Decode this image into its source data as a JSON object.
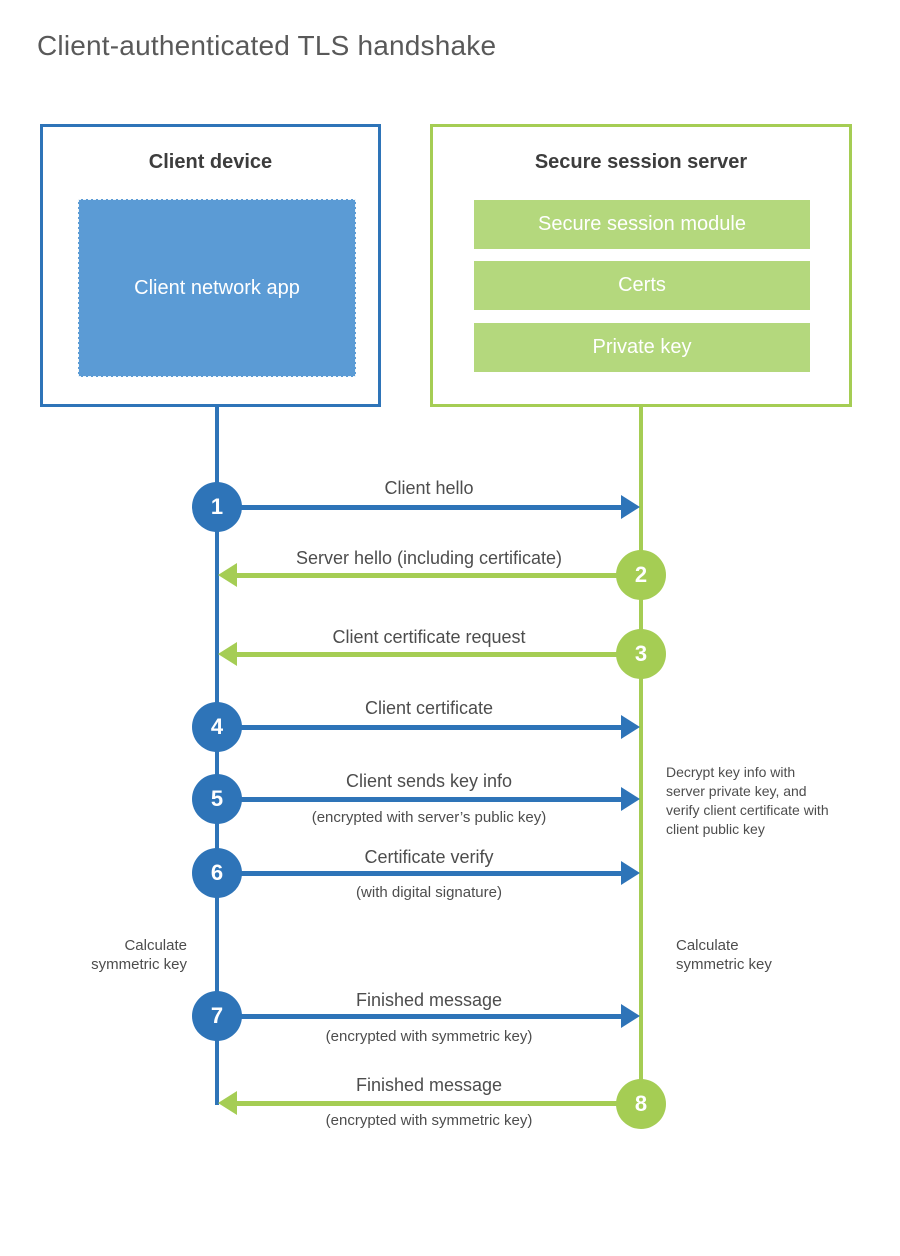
{
  "title": "Client-authenticated TLS handshake",
  "colors": {
    "blue": "#2e74b8",
    "blue_fill": "#5b9bd5",
    "green": "#a5cd54",
    "green_fill": "#b4d87d",
    "title_text": "#595959",
    "heading_text": "#3d3d3d",
    "label_text": "#4d4d4d"
  },
  "client_box": {
    "heading": "Client device",
    "module": "Client network app"
  },
  "server_box": {
    "heading": "Secure session server",
    "modules": [
      "Secure session module",
      "Certs",
      "Private key"
    ]
  },
  "steps": [
    {
      "num": "1",
      "label": "Client hello",
      "sub": "",
      "direction": "client-to-server",
      "color": "blue"
    },
    {
      "num": "2",
      "label": "Server hello (including certificate)",
      "sub": "",
      "direction": "server-to-client",
      "color": "green"
    },
    {
      "num": "3",
      "label": "Client certificate request",
      "sub": "",
      "direction": "server-to-client",
      "color": "green"
    },
    {
      "num": "4",
      "label": "Client certificate",
      "sub": "",
      "direction": "client-to-server",
      "color": "blue"
    },
    {
      "num": "5",
      "label": "Client sends key info",
      "sub": "(encrypted with server’s public key)",
      "direction": "client-to-server",
      "color": "blue"
    },
    {
      "num": "6",
      "label": "Certificate verify",
      "sub": "(with digital signature)",
      "direction": "client-to-server",
      "color": "blue"
    },
    {
      "num": "7",
      "label": "Finished message",
      "sub": "(encrypted with symmetric key)",
      "direction": "client-to-server",
      "color": "blue"
    },
    {
      "num": "8",
      "label": "Finished message",
      "sub": "(encrypted with symmetric key)",
      "direction": "server-to-client",
      "color": "green"
    }
  ],
  "notes": {
    "decrypt": "Decrypt key info with server private key, and verify client certificate with client public key",
    "calc_left": "Calculate symmetric key",
    "calc_right": "Calculate symmetric key"
  }
}
